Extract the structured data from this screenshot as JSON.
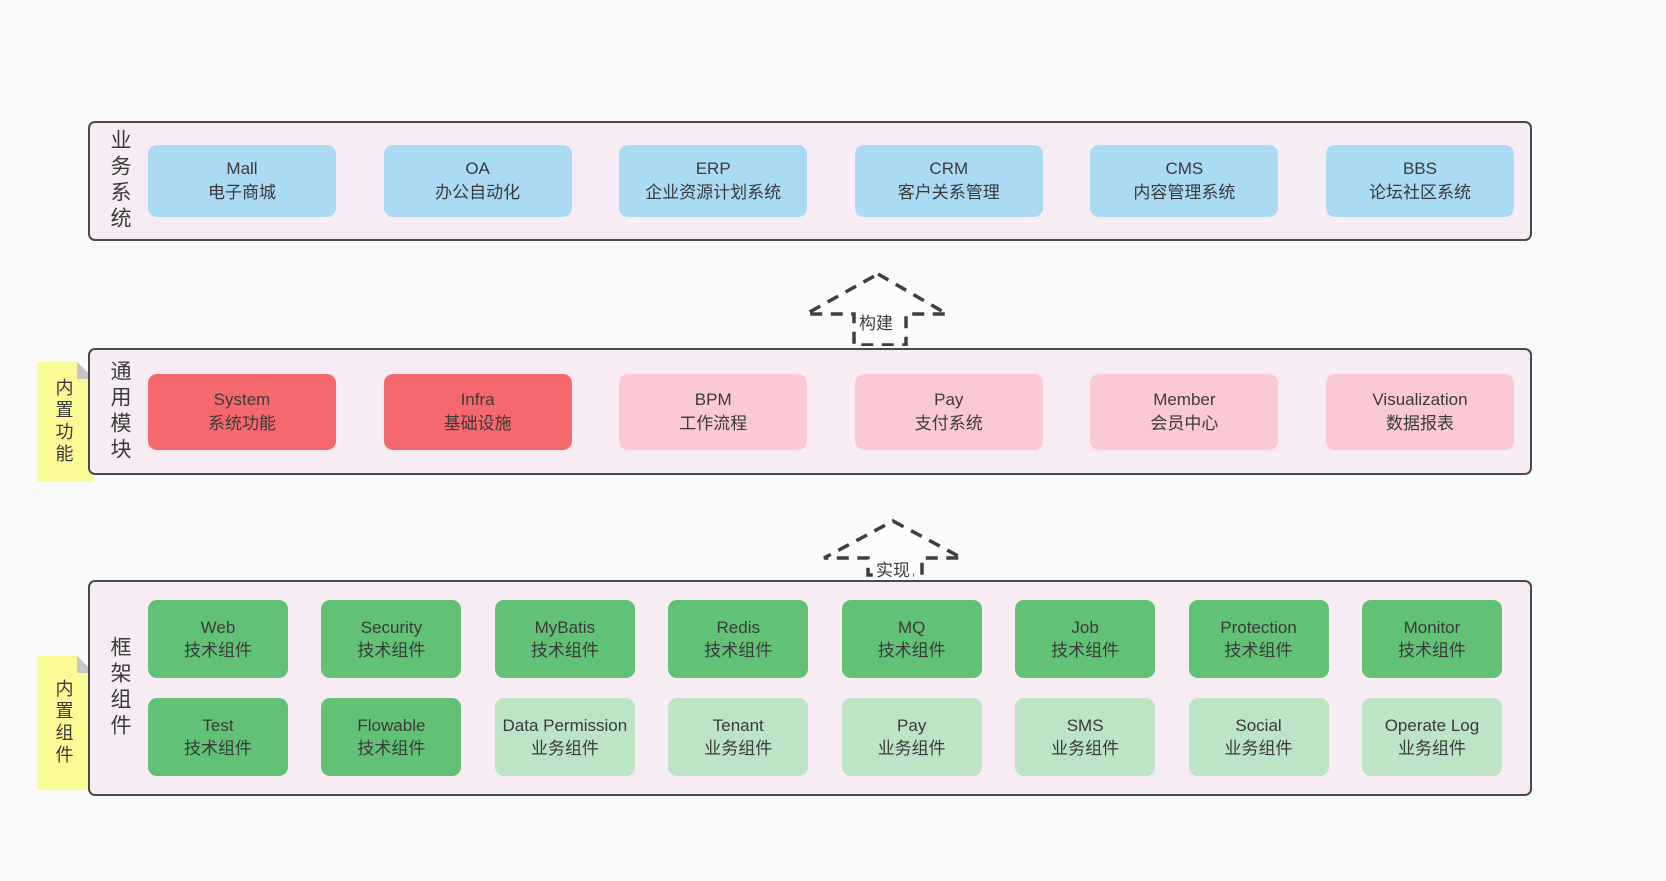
{
  "colors": {
    "page_bg": "#FAFAFA",
    "layer_bg": "#F8ECF4",
    "layer_border": "#4A4A4A",
    "blue_box": "#AADAF4",
    "red_box": "#F5696E",
    "pink_box": "#FBC9D3",
    "green_box": "#61C276",
    "light_green_box": "#BDE4C4",
    "sticky_yellow": "#FAFA97",
    "text": "#3A3A3A"
  },
  "layers": [
    {
      "id": "business-systems",
      "label": "业务系统",
      "boxes": [
        {
          "name": "Mall",
          "desc": "电子商城"
        },
        {
          "name": "OA",
          "desc": "办公自动化"
        },
        {
          "name": "ERP",
          "desc": "企业资源计划系统"
        },
        {
          "name": "CRM",
          "desc": "客户关系管理"
        },
        {
          "name": "CMS",
          "desc": "内容管理系统"
        },
        {
          "name": "BBS",
          "desc": "论坛社区系统"
        }
      ]
    },
    {
      "id": "common-modules",
      "label": "通用模块",
      "boxes": [
        {
          "name": "System",
          "desc": "系统功能"
        },
        {
          "name": "Infra",
          "desc": "基础设施"
        },
        {
          "name": "BPM",
          "desc": "工作流程"
        },
        {
          "name": "Pay",
          "desc": "支付系统"
        },
        {
          "name": "Member",
          "desc": "会员中心"
        },
        {
          "name": "Visualization",
          "desc": "数据报表"
        }
      ]
    },
    {
      "id": "framework-components",
      "label": "框架组件",
      "rows": [
        [
          {
            "name": "Web",
            "desc": "技术组件"
          },
          {
            "name": "Security",
            "desc": "技术组件"
          },
          {
            "name": "MyBatis",
            "desc": "技术组件"
          },
          {
            "name": "Redis",
            "desc": "技术组件"
          },
          {
            "name": "MQ",
            "desc": "技术组件"
          },
          {
            "name": "Job",
            "desc": "技术组件"
          },
          {
            "name": "Protection",
            "desc": "技术组件"
          },
          {
            "name": "Monitor",
            "desc": "技术组件"
          }
        ],
        [
          {
            "name": "Test",
            "desc": "技术组件"
          },
          {
            "name": "Flowable",
            "desc": "技术组件"
          },
          {
            "name": "Data Permission",
            "desc": "业务组件"
          },
          {
            "name": "Tenant",
            "desc": "业务组件"
          },
          {
            "name": "Pay",
            "desc": "业务组件"
          },
          {
            "name": "SMS",
            "desc": "业务组件"
          },
          {
            "name": "Social",
            "desc": "业务组件"
          },
          {
            "name": "Operate Log",
            "desc": "业务组件"
          }
        ]
      ]
    }
  ],
  "stickies": [
    {
      "text": "内置功能"
    },
    {
      "text": "内置组件"
    }
  ],
  "arrows": [
    {
      "label": "构建"
    },
    {
      "label": "实现"
    }
  ]
}
